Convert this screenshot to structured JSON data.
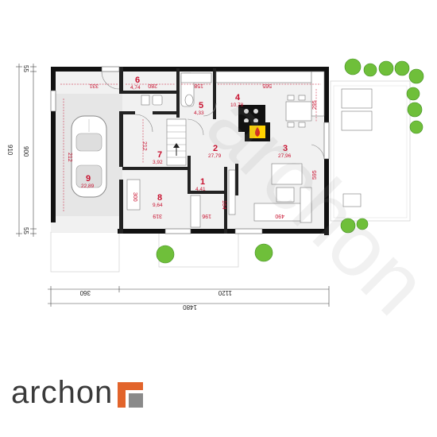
{
  "rooms": [
    {
      "id": "1",
      "area": "4,41"
    },
    {
      "id": "2",
      "area": "27,79"
    },
    {
      "id": "3",
      "area": "27,96"
    },
    {
      "id": "4",
      "area": "10,78"
    },
    {
      "id": "5",
      "area": "4,33"
    },
    {
      "id": "6",
      "area": "4,74"
    },
    {
      "id": "7",
      "area": "3,92"
    },
    {
      "id": "8",
      "area": "9,64"
    },
    {
      "id": "9",
      "area": "22,89"
    }
  ],
  "dimensions": {
    "top_331": "331",
    "top_280": "280",
    "top_158": "158",
    "top_565": "565",
    "left_212": "212",
    "wall_212": "212",
    "wall_295": "295",
    "wall_300": "300",
    "wall_319": "319",
    "wall_196": "196",
    "wall_164": "164",
    "wall_490": "490",
    "wall_595": "595",
    "left_55_top": "55",
    "left_900": "900",
    "left_55_bottom": "55",
    "left_910": "910",
    "bottom_360": "360",
    "bottom_1120": "1120",
    "bottom_1480": "1480"
  },
  "watermark": "archon",
  "logo": {
    "text": "archon",
    "accent_color": "#e2642b",
    "gray_color": "#8a8a8a"
  },
  "colors": {
    "wall": "#111111",
    "floor": "#f1f1f1",
    "garage_floor": "#e6e6e6",
    "dimension_red": "#c8102e",
    "terrace": "#ffffff",
    "plant_green": "#6fbf3a",
    "fireplace_yellow": "#ffd200"
  },
  "icons": [
    "car-icon",
    "fireplace-icon",
    "plant-icon",
    "stair-arrow-icon"
  ]
}
